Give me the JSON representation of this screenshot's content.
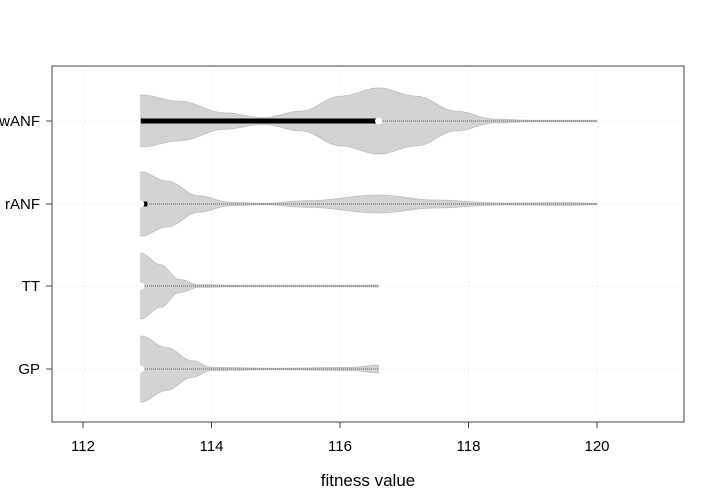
{
  "chart_data": {
    "type": "violin",
    "title": "",
    "xlabel": "fitness value",
    "ylabel": "",
    "xlim": [
      111.5,
      121.4
    ],
    "xticks": [
      "112",
      "114",
      "116",
      "118",
      "120"
    ],
    "grid": true,
    "categories": [
      "wANF",
      "rANF",
      "TT",
      "GP"
    ],
    "series": [
      {
        "category": "wANF",
        "min": 112.9,
        "max": 120.0,
        "median": 116.6,
        "q1": 112.9,
        "q3": 116.6,
        "density": [
          [
            112.9,
            0.79
          ],
          [
            113.5,
            0.6
          ],
          [
            114.2,
            0.25
          ],
          [
            114.8,
            0.1
          ],
          [
            115.4,
            0.3
          ],
          [
            116.0,
            0.75
          ],
          [
            116.6,
            1.0
          ],
          [
            117.2,
            0.75
          ],
          [
            117.8,
            0.3
          ],
          [
            118.4,
            0.06
          ],
          [
            119.0,
            0.02
          ],
          [
            120.0,
            0.02
          ]
        ]
      },
      {
        "category": "rANF",
        "min": 112.9,
        "max": 120.0,
        "median": 112.9,
        "q1": 112.9,
        "q3": 113.0,
        "density": [
          [
            112.9,
            0.97
          ],
          [
            113.3,
            0.7
          ],
          [
            113.8,
            0.25
          ],
          [
            114.3,
            0.05
          ],
          [
            114.8,
            0.02
          ],
          [
            115.5,
            0.1
          ],
          [
            116.6,
            0.27
          ],
          [
            117.5,
            0.12
          ],
          [
            118.5,
            0.03
          ],
          [
            119.5,
            0.04
          ],
          [
            120.0,
            0.02
          ]
        ]
      },
      {
        "category": "TT",
        "min": 112.9,
        "max": 116.6,
        "median": 112.9,
        "q1": 112.9,
        "q3": 112.9,
        "density": [
          [
            112.9,
            1.0
          ],
          [
            113.2,
            0.65
          ],
          [
            113.5,
            0.2
          ],
          [
            113.8,
            0.04
          ],
          [
            114.5,
            0.02
          ],
          [
            116.0,
            0.02
          ],
          [
            116.6,
            0.03
          ]
        ]
      },
      {
        "category": "GP",
        "min": 112.9,
        "max": 116.6,
        "median": 112.9,
        "q1": 112.9,
        "q3": 112.9,
        "density": [
          [
            112.9,
            1.0
          ],
          [
            113.3,
            0.65
          ],
          [
            113.7,
            0.25
          ],
          [
            114.0,
            0.05
          ],
          [
            115.0,
            0.02
          ],
          [
            116.2,
            0.05
          ],
          [
            116.6,
            0.12
          ]
        ]
      }
    ],
    "colors": {
      "violin": "#d3d3d3",
      "violin_border": "#bfbfbf",
      "box": "#000000",
      "median": "#ffffff",
      "grid": "#e6e6e6"
    }
  }
}
